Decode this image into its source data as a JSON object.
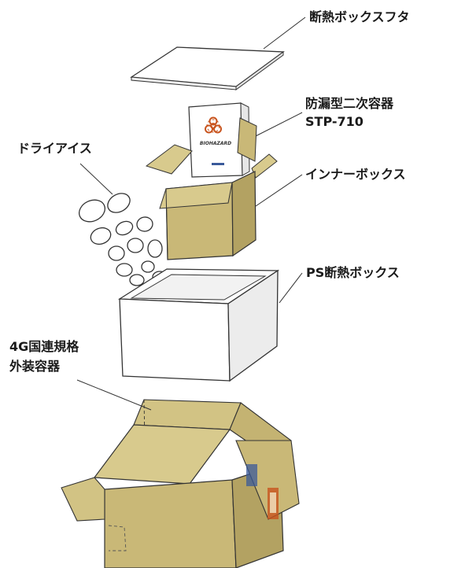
{
  "labels": {
    "lid": "断熱ボックスフタ",
    "secondary_container": "防漏型二次容器",
    "secondary_model": "STP-710",
    "dry_ice": "ドライアイス",
    "inner_box": "インナーボックス",
    "ps_box": "PS断熱ボックス",
    "outer_line1": "4G国連規格",
    "outer_line2": "外装容器"
  },
  "secondary_container_mark": "BIOHAZARD",
  "colors": {
    "cardboard": "#c9b877",
    "cardboard_dark": "#b3a262",
    "cardboard_light": "#d8ca8d",
    "line": "#333333",
    "biohazard": "#c8541e"
  }
}
